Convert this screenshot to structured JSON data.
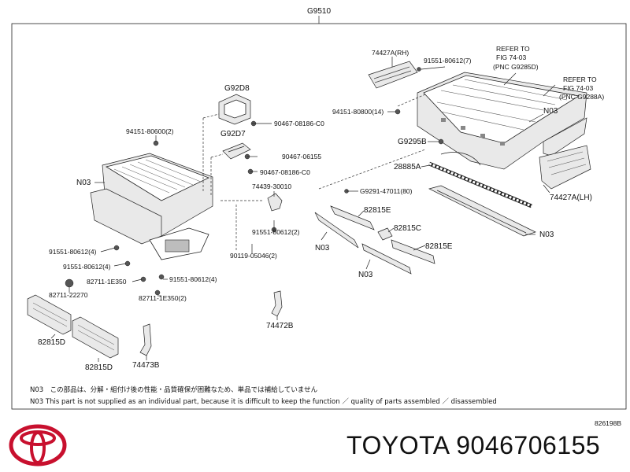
{
  "diagram": {
    "assembly_code": "G9510",
    "drawing_number": "826198B",
    "labels": [
      {
        "id": "l-74427a-rh",
        "text": "74427A(RH)"
      },
      {
        "id": "l-91551-80612-7",
        "text": "91551-80612(7)"
      },
      {
        "id": "l-refer1-a",
        "text": "REFER TO"
      },
      {
        "id": "l-refer1-b",
        "text": "FIG 74-03"
      },
      {
        "id": "l-refer1-c",
        "text": "(PNC G9285D)"
      },
      {
        "id": "l-refer2-a",
        "text": "REFER TO"
      },
      {
        "id": "l-refer2-b",
        "text": "FIG 74-03"
      },
      {
        "id": "l-refer2-c",
        "text": "(PNC G9288A)"
      },
      {
        "id": "l-g92d8",
        "text": "G92D8"
      },
      {
        "id": "l-90467-08186-c0-a",
        "text": "90467-08186-C0"
      },
      {
        "id": "l-94151-80800",
        "text": "94151-80800(14)"
      },
      {
        "id": "l-n03-top",
        "text": "N03"
      },
      {
        "id": "l-94151-80600",
        "text": "94151-80600(2)"
      },
      {
        "id": "l-g92d7",
        "text": "G92D7"
      },
      {
        "id": "l-90467-06155",
        "text": "90467-06155"
      },
      {
        "id": "l-g9295b",
        "text": "G9295B"
      },
      {
        "id": "l-90467-08186-c0-b",
        "text": "90467-08186-C0"
      },
      {
        "id": "l-28885a",
        "text": "28885A"
      },
      {
        "id": "l-n03-left",
        "text": "N03"
      },
      {
        "id": "l-74439-30010",
        "text": "74439-30010"
      },
      {
        "id": "l-g9291-47011",
        "text": "G9291-47011(80)"
      },
      {
        "id": "l-74427a-lh",
        "text": "74427A(LH)"
      },
      {
        "id": "l-82815e-a",
        "text": "82815E"
      },
      {
        "id": "l-82815c",
        "text": "82815C"
      },
      {
        "id": "l-n03-right",
        "text": "N03"
      },
      {
        "id": "l-91551-80612-2",
        "text": "91551-80612(2)"
      },
      {
        "id": "l-82815e-b",
        "text": "82815E"
      },
      {
        "id": "l-91551-80612-4a",
        "text": "91551-80612(4)"
      },
      {
        "id": "l-n03-mid1",
        "text": "N03"
      },
      {
        "id": "l-90119-05046",
        "text": "90119-05046(2)"
      },
      {
        "id": "l-91551-80612-4b",
        "text": "91551-80612(4)"
      },
      {
        "id": "l-n03-mid2",
        "text": "N03"
      },
      {
        "id": "l-82711-1e350",
        "text": "82711-1E350"
      },
      {
        "id": "l-91551-80612-4c",
        "text": "91551-80612(4)"
      },
      {
        "id": "l-82711-22270",
        "text": "82711-22270"
      },
      {
        "id": "l-82711-1e350-2",
        "text": "82711-1E350(2)"
      },
      {
        "id": "l-74472b",
        "text": "74472B"
      },
      {
        "id": "l-82815d-a",
        "text": "82815D"
      },
      {
        "id": "l-82815d-b",
        "text": "82815D"
      },
      {
        "id": "l-74473b",
        "text": "74473B"
      }
    ],
    "notes": [
      "N03　この部品は、分解・組付け後の性能・品質確保が困難なため、単品では補給していません",
      "N03 This part is not supplied as an individual part, because it is difficult to keep the function ／ quality of parts assembled ／ disassembled"
    ]
  },
  "footer": {
    "brand_logo": "toyota-logo",
    "caption": "TOYOTA 9046706155",
    "logo_color": "#c8102e"
  }
}
